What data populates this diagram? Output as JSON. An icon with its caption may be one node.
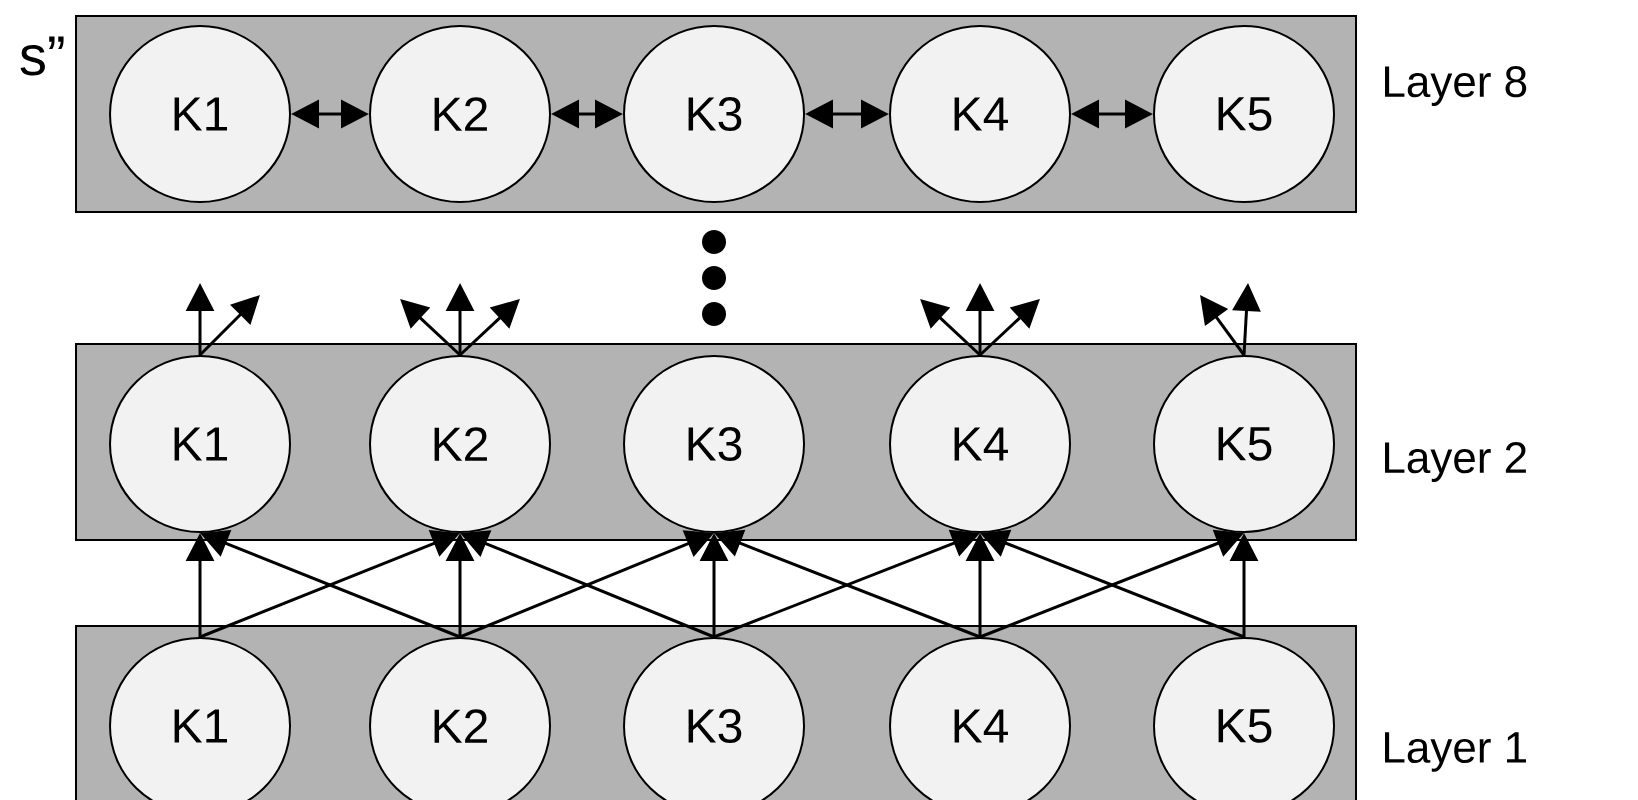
{
  "diagram": {
    "nodes": [
      {
        "text": [],
        "shape": "box",
        "beside": [
          "Layer 8"
        ]
      },
      {
        "text": [
          "K1"
        ],
        "in": 0
      },
      {
        "text": [
          "K2"
        ],
        "in": 0
      },
      {
        "text": [
          "K3"
        ],
        "in": 0
      },
      {
        "text": [
          "K4"
        ],
        "in": 0
      },
      {
        "text": [
          "K5"
        ],
        "in": 0
      },
      {
        "text": [],
        "shape": "box",
        "beside": [
          "Layer 2"
        ]
      },
      {
        "text": [
          "K1"
        ],
        "in": 6
      },
      {
        "text": [
          "K2"
        ],
        "in": 6
      },
      {
        "text": [
          "K3"
        ],
        "in": 6
      },
      {
        "text": [
          "K4"
        ],
        "in": 6
      },
      {
        "text": [
          "K5"
        ],
        "in": 6
      },
      {
        "text": [],
        "shape": "box",
        "beside": [
          "Layer 1"
        ]
      },
      {
        "text": [
          "K1"
        ],
        "in": 12
      },
      {
        "text": [
          "K2"
        ],
        "in": 12
      },
      {
        "text": [
          "K3"
        ],
        "in": 12
      },
      {
        "text": [
          "K4"
        ],
        "in": 12
      },
      {
        "text": [
          "K5"
        ],
        "in": 12
      }
    ],
    "edges": [
      {
        "from": 1,
        "to": 2,
        "arrow": "both"
      },
      {
        "from": 2,
        "to": 3,
        "arrow": "both"
      },
      {
        "from": 3,
        "to": 4,
        "arrow": "both"
      },
      {
        "from": 4,
        "to": 5,
        "arrow": "both"
      },
      {
        "from": 7,
        "to": null,
        "arrow": "to"
      },
      {
        "from": 7,
        "to": null,
        "arrow": "to"
      },
      {
        "from": 8,
        "to": null,
        "arrow": "to"
      },
      {
        "from": 8,
        "to": null,
        "arrow": "to"
      },
      {
        "from": 8,
        "to": null,
        "arrow": "to"
      },
      {
        "from": 10,
        "to": null,
        "arrow": "to"
      },
      {
        "from": 10,
        "to": null,
        "arrow": "to"
      },
      {
        "from": 10,
        "to": null,
        "arrow": "to"
      },
      {
        "from": 11,
        "to": null,
        "arrow": "to"
      },
      {
        "from": 11,
        "to": null,
        "arrow": "to"
      },
      {
        "from": 13,
        "to": 7,
        "arrow": "to"
      },
      {
        "from": 13,
        "to": 8,
        "arrow": "to"
      },
      {
        "from": 14,
        "to": 7,
        "arrow": "to"
      },
      {
        "from": 14,
        "to": 8,
        "arrow": "to"
      },
      {
        "from": 14,
        "to": 9,
        "arrow": "to"
      },
      {
        "from": 15,
        "to": 8,
        "arrow": "to"
      },
      {
        "from": 15,
        "to": 9,
        "arrow": "to"
      },
      {
        "from": 15,
        "to": 10,
        "arrow": "to"
      },
      {
        "from": 16,
        "to": 9,
        "arrow": "to"
      },
      {
        "from": 16,
        "to": 10,
        "arrow": "to"
      },
      {
        "from": 16,
        "to": 11,
        "arrow": "to"
      },
      {
        "from": 17,
        "to": 10,
        "arrow": "to"
      },
      {
        "from": 17,
        "to": 11,
        "arrow": "to"
      }
    ],
    "labels": [
      "s”"
    ]
  }
}
